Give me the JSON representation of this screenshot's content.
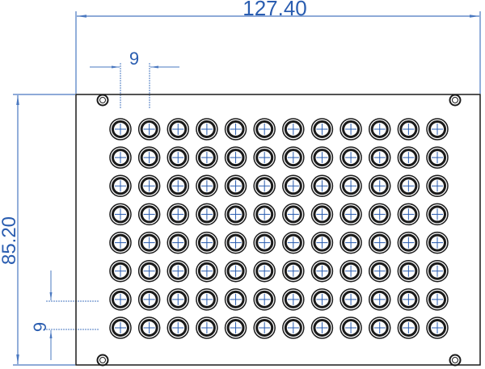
{
  "drawing": {
    "width_label": "127.40",
    "height_label": "85.20",
    "column_pitch_label": "9",
    "row_pitch_label": "9"
  },
  "plate": {
    "columns": 12,
    "rows": 8,
    "corner_holes": 4
  },
  "colors": {
    "dimension": "#2a5db0",
    "outline": "#1a1a1a"
  }
}
